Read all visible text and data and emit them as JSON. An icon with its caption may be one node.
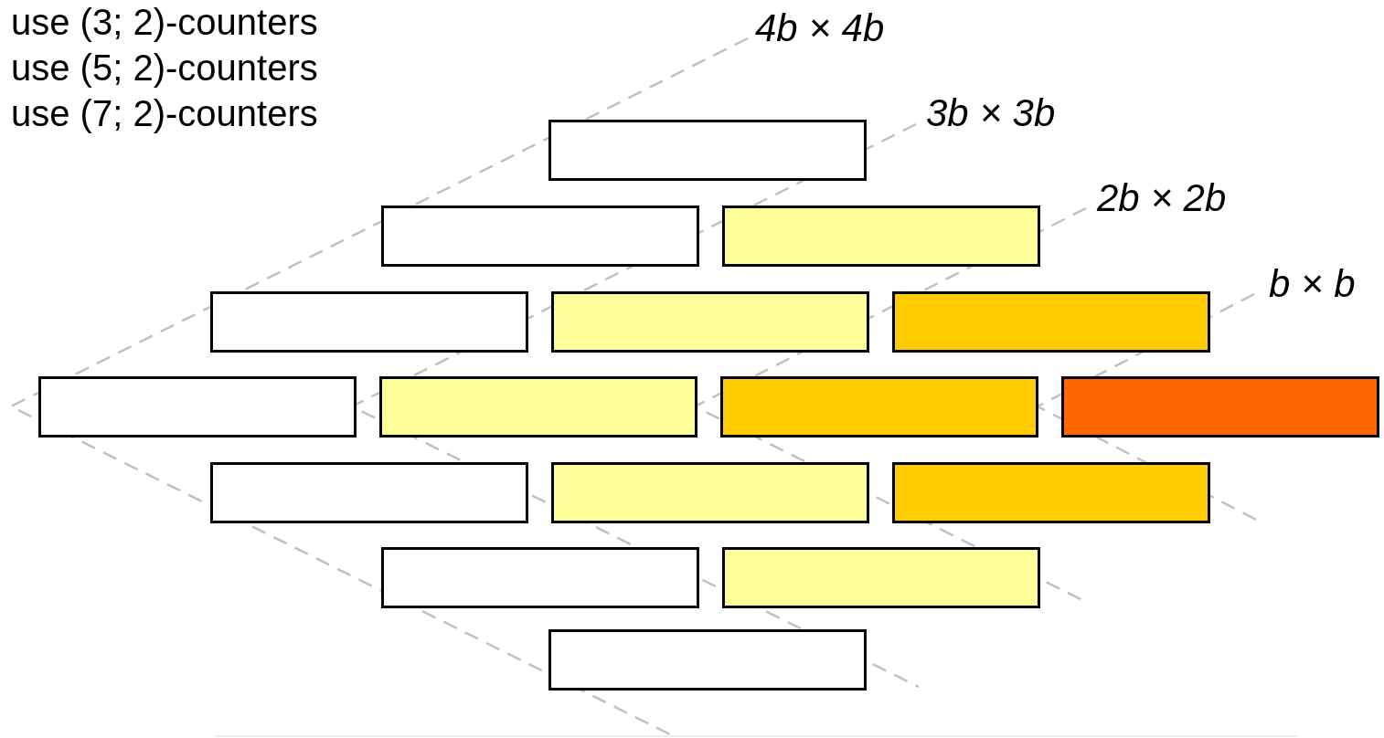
{
  "diagram": {
    "nodes": [
      {
        "text": [],
        "shape": "box"
      },
      {
        "text": [],
        "shape": "box"
      },
      {
        "text": [],
        "shape": "box"
      },
      {
        "text": [],
        "shape": "box"
      },
      {
        "text": [],
        "shape": "box"
      },
      {
        "text": [],
        "shape": "box"
      },
      {
        "text": [],
        "shape": "box"
      },
      {
        "text": [],
        "shape": "box"
      },
      {
        "text": [],
        "shape": "box"
      },
      {
        "text": [],
        "shape": "box"
      },
      {
        "text": [],
        "shape": "box"
      },
      {
        "text": [],
        "shape": "box"
      },
      {
        "text": [],
        "shape": "box"
      },
      {
        "text": [],
        "shape": "box"
      },
      {
        "text": [],
        "shape": "box"
      },
      {
        "text": [],
        "shape": "box"
      }
    ],
    "labels": [
      "use (3; 2)-counters",
      "use (5; 2)-counters",
      "use (7; 2)-counters",
      "4b × 4b",
      "3b × 3b",
      "2b × 2b",
      "b × b"
    ]
  }
}
